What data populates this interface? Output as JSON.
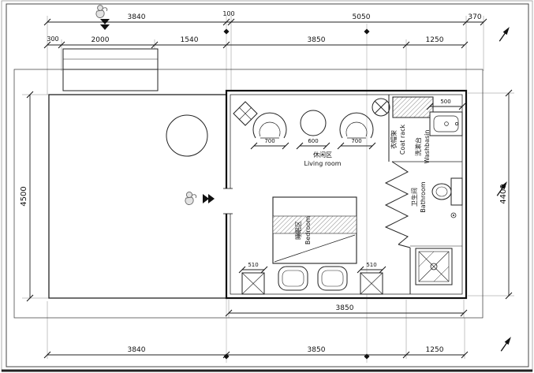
{
  "drawing_type": "floor-plan",
  "dims": {
    "top_3840": "3840",
    "top_100": "100",
    "top_5050": "5050",
    "top_370": "370",
    "row2_300": "300",
    "row2_2000": "2000",
    "row2_1540": "1540",
    "row2_3850": "3850",
    "row2_1250": "1250",
    "left_4500": "4500",
    "right_4400": "4400",
    "inner_3850": "3850",
    "bottom_3840": "3840",
    "bottom_3850": "3850",
    "bottom_1250": "1250",
    "chair_700a": "700",
    "table_600": "600",
    "chair_700b": "700",
    "basin_500": "500",
    "bed_510a": "510",
    "bed_510b": "510"
  },
  "labels": {
    "living_cn": "休闲区",
    "living_en": "Living room",
    "bedroom_cn": "睡眠区",
    "bedroom_en": "Bedroom",
    "washbasin_cn": "洗漱台",
    "washbasin_en": "Washbasin",
    "coatrack_cn": "衣帽架",
    "coatrack_en": "Coat rack",
    "bathroom_cn": "卫生间",
    "bathroom_en": "Bathroom"
  },
  "icons": [
    "person-icon",
    "double-arrow-down-icon",
    "double-arrow-right-icon",
    "section-marker-icon",
    "fan-symbol-icon",
    "diamond-ornament-icon",
    "round-table-icon",
    "armchair-icon",
    "bed-icon",
    "pillow-icon",
    "nightstand-icon",
    "washbasin-icon",
    "toilet-icon",
    "shower-icon",
    "coat-rack-icon"
  ],
  "colors": {
    "line": "#1a1a1a",
    "light_line": "#888888",
    "fill": "#ffffff"
  }
}
